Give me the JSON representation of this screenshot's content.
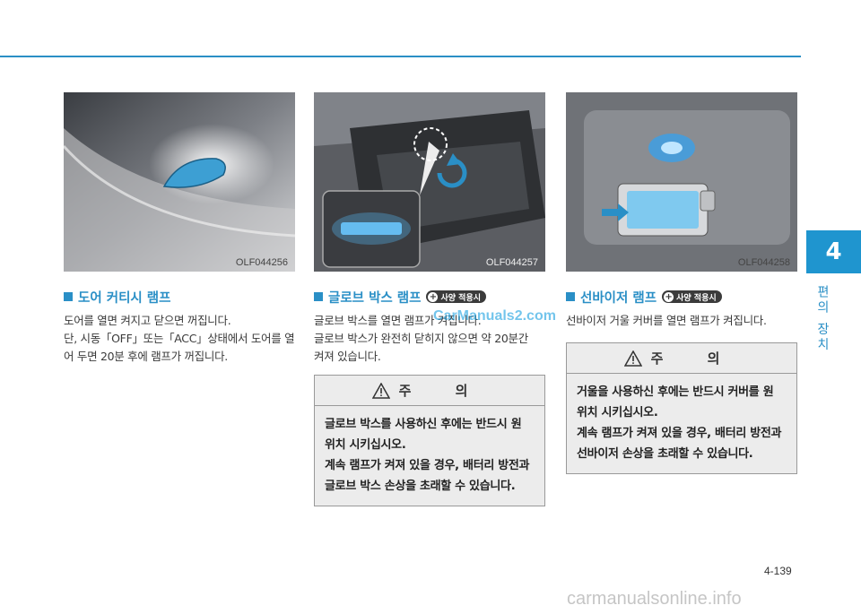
{
  "chapter": {
    "number": "4",
    "title": "편의 장치"
  },
  "page_number": "4-139",
  "figures": [
    {
      "code": "OLF044256"
    },
    {
      "code": "OLF044257"
    },
    {
      "code": "OLF044258"
    }
  ],
  "sections": [
    {
      "title": "도어 커티시 램프",
      "badge": "",
      "body": [
        "도어를 열면 켜지고 닫으면 꺼집니다.",
        "단, 시동「OFF」또는「ACC」상태에서 도어를 열",
        "어 두면 20분 후에 램프가 꺼집니다."
      ]
    },
    {
      "title": "글로브 박스 램프",
      "badge": "사양 적용시",
      "body": [
        "글로브 박스를 열면 램프가 켜집니다.",
        "글로브 박스가 완전히 닫히지 않으면 약 20분간",
        "켜져 있습니다."
      ]
    },
    {
      "title": "선바이저 램프",
      "badge": "사양 적용시",
      "body": [
        "선바이저 거울 커버를 열면 램프가 켜집니다."
      ]
    }
  ],
  "cautions": [
    {
      "title": "주 의",
      "lines": [
        "글로브 박스를 사용하신 후에는 반드시 원",
        "위치 시키십시오.",
        "계속 램프가 켜져 있을 경우, 배터리 방전과",
        "글로브 박스 손상을 초래할 수 있습니다."
      ]
    },
    {
      "title": "주 의",
      "lines": [
        "거울을 사용하신 후에는 반드시 커버를 원",
        "위치 시키십시오.",
        "계속 램프가 켜져 있을 경우, 배터리 방전과",
        "선바이저 손상을 초래할 수 있습니다."
      ]
    }
  ],
  "watermarks": {
    "inline": "CarManuals2.com",
    "footer": "carmanualsonline.info"
  },
  "colors": {
    "accent": "#2a8fc6",
    "tab": "#1f95cf",
    "lamp_glow": "#3aa0e8"
  }
}
